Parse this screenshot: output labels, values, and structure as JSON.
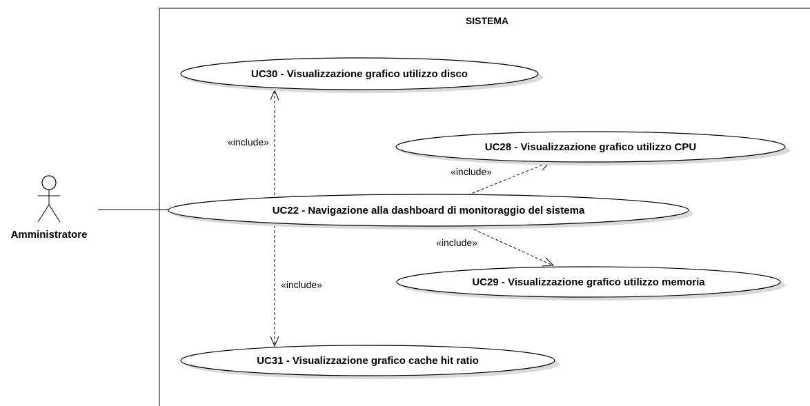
{
  "system": {
    "title": "SISTEMA"
  },
  "actor": {
    "name": "Amministratore"
  },
  "use_cases": {
    "uc30": "UC30 - Visualizzazione grafico utilizzo disco",
    "uc28": "UC28 - Visualizzazione grafico utilizzo CPU",
    "uc22": "UC22 - Navigazione alla dashboard di monitoraggio del sistema",
    "uc29": "UC29 - Visualizzazione grafico utilizzo memoria",
    "uc31": "UC31 - Visualizzazione grafico cache hit ratio"
  },
  "relations": {
    "include_uc30": "«include»",
    "include_uc28": "«include»",
    "include_uc29": "«include»",
    "include_uc31": "«include»"
  }
}
